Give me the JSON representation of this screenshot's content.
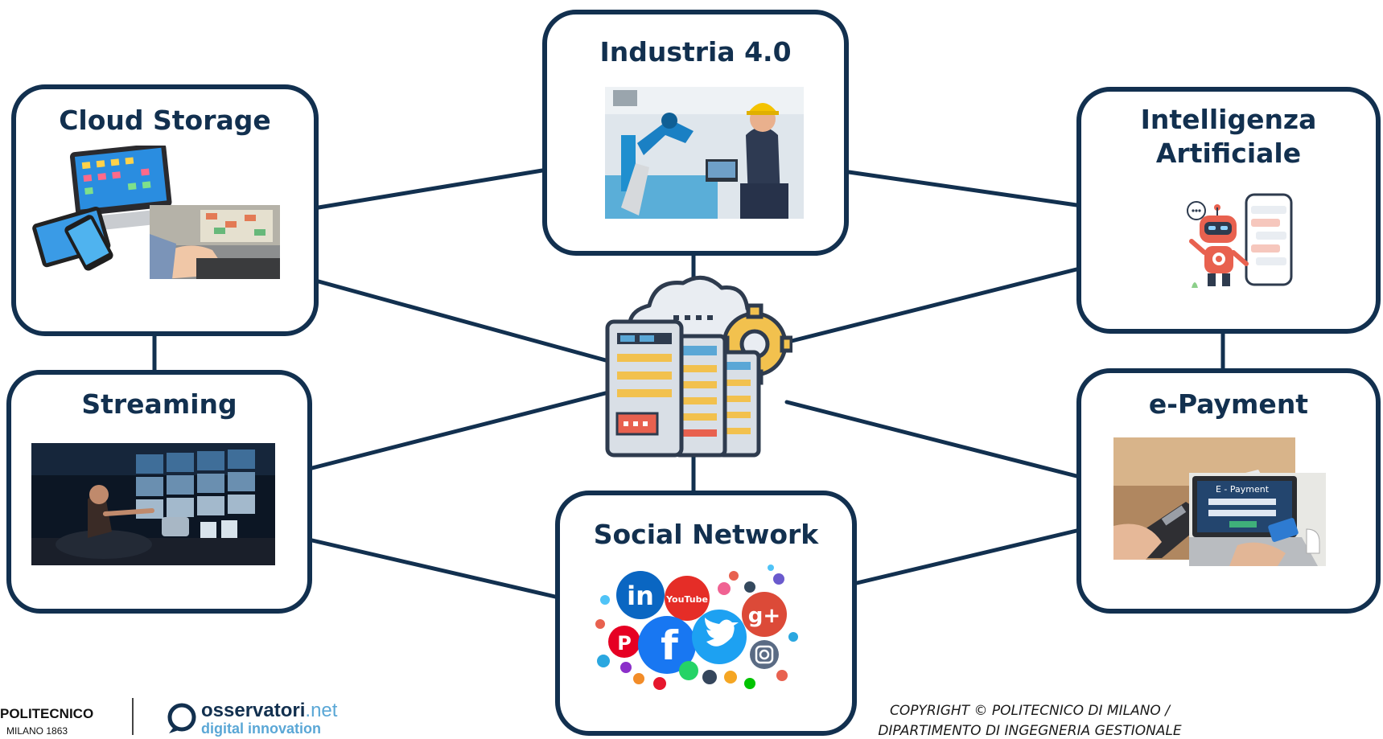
{
  "diagram": {
    "hub_icon": "cloud-server-gear-icon",
    "nodes": {
      "industria": {
        "title": "Industria 4.0",
        "image": "industrial-robot-engineer-photo"
      },
      "cloud": {
        "title": "Cloud Storage",
        "image": "laptops-tablets-photo"
      },
      "ai": {
        "title": "Intelligenza\nArtificiale",
        "image": "chatbot-robot-phone-illustration"
      },
      "streaming": {
        "title": "Streaming",
        "image": "video-wall-streaming-photo"
      },
      "epayment": {
        "title": "e-Payment",
        "image": "contactless-pos-payment-photo",
        "badge": "E - Payment"
      },
      "social": {
        "title": "Social Network",
        "image": "social-media-icons-cloud"
      }
    },
    "social_icons": [
      "in",
      "YouTube",
      "f",
      "twitter",
      "g+",
      "P"
    ]
  },
  "footer": {
    "copyright_line1": "COPYRIGHT © POLITECNICO DI MILANO /",
    "copyright_line2": "DIPARTIMENTO DI INGEGNERIA GESTIONALE",
    "logo_left_name": "POLITECNICO",
    "logo_left_sub": "MILANO 1863",
    "logo_right_name": "osservatori",
    "logo_right_tld": ".net",
    "logo_right_sub": "digital innovation"
  },
  "colors": {
    "navy": "#12304f",
    "accent_blue": "#5aa7d6",
    "gold": "#f2c14e",
    "coral": "#e8614f"
  }
}
